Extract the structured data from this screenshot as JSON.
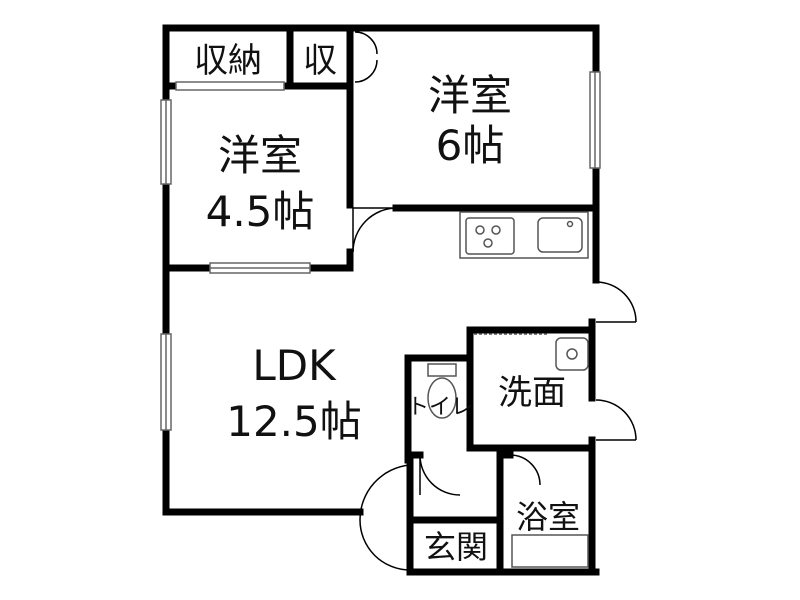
{
  "rooms": {
    "storage_main": "収納",
    "storage_small": "収",
    "western_6_name": "洋室",
    "western_6_size": "6帖",
    "western_45_name": "洋室",
    "western_45_size": "4.5帖",
    "ldk_name": "LDK",
    "ldk_size": "12.5帖",
    "toilet": "トイレ",
    "washroom": "洗面",
    "bathroom": "浴室",
    "entrance": "玄関"
  },
  "colors": {
    "wall": "#000000",
    "background": "#ffffff",
    "fixture": "#555555"
  }
}
